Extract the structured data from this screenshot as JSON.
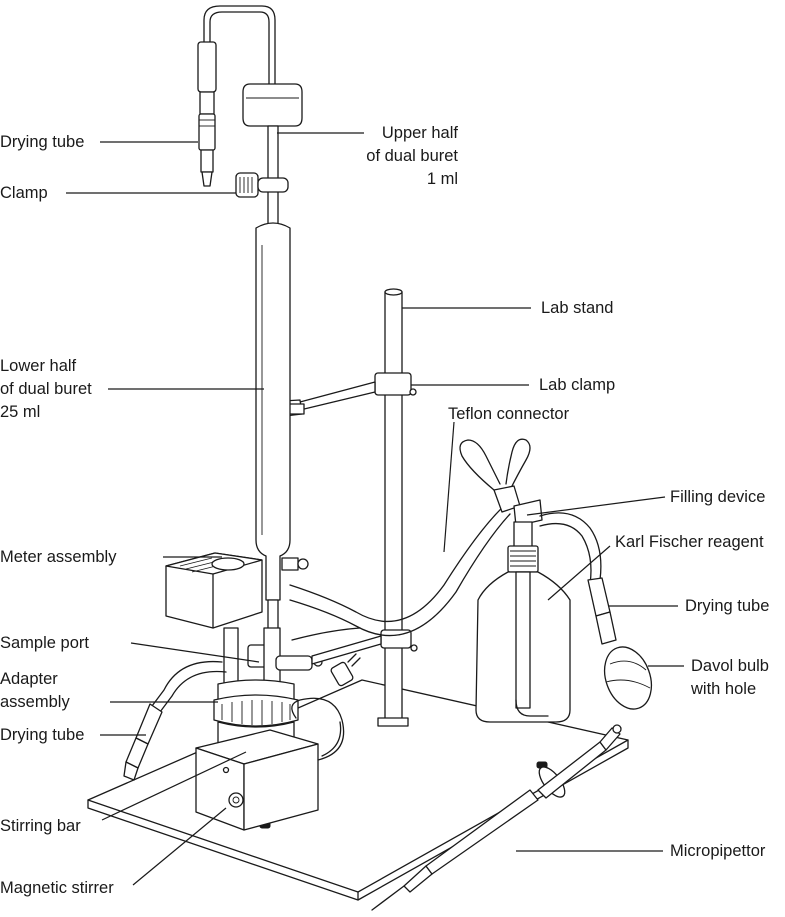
{
  "labels": {
    "drying_tube_top": "Drying tube",
    "clamp": "Clamp",
    "upper_half_1": "Upper half",
    "upper_half_2": "of dual buret",
    "upper_half_3": "1 ml",
    "lab_stand": "Lab stand",
    "lower_half_1": "Lower half",
    "lower_half_2": "of dual buret",
    "lower_half_3": "25 ml",
    "lab_clamp": "Lab clamp",
    "teflon_connector": "Teflon connector",
    "filling_device": "Filling device",
    "meter_assembly": "Meter assembly",
    "karl_fischer_reagent": "Karl Fischer reagent",
    "drying_tube_right": "Drying tube",
    "sample_port": "Sample port",
    "adapter_assembly_1": "Adapter",
    "adapter_assembly_2": "assembly",
    "davol_bulb_1": "Davol bulb",
    "davol_bulb_2": "with hole",
    "drying_tube_left": "Drying tube",
    "stirring_bar": "Stirring bar",
    "micropipettor": "Micropipettor",
    "magnetic_stirrer": "Magnetic stirrer"
  }
}
